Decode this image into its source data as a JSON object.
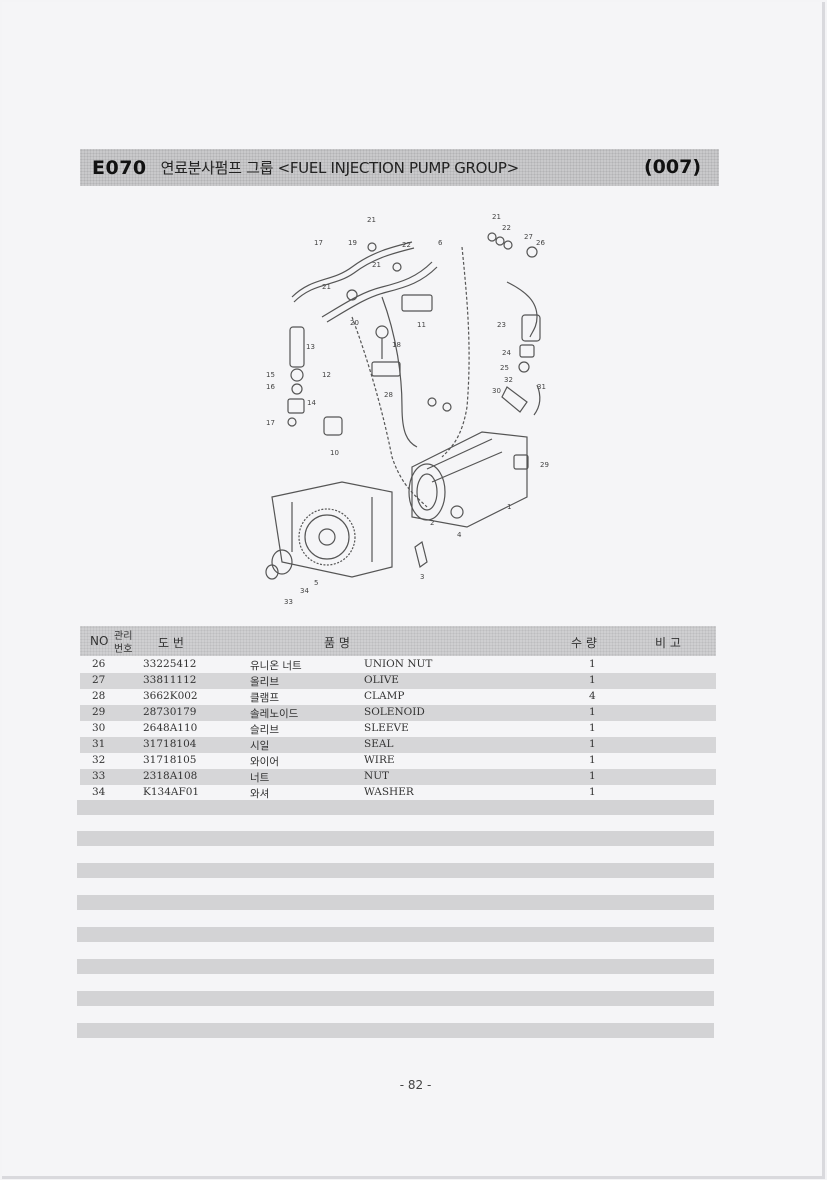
{
  "header": {
    "code": "E070",
    "title": "연료분사펌프 그룹 <FUEL INJECTION PUMP GROUP>",
    "number": "(007)"
  },
  "table": {
    "headers": {
      "no": "NO",
      "mgmt_line1": "관리",
      "mgmt_line2": "번호",
      "drawing_no": "도    번",
      "item_name": "품                    명",
      "qty": "수   량",
      "remarks": "비   고"
    },
    "rows": [
      {
        "no": "26",
        "part": "33225412",
        "korean": "유니온 너트",
        "name": "UNION NUT",
        "qty": "1"
      },
      {
        "no": "27",
        "part": "33811112",
        "korean": "올리브",
        "name": "OLIVE",
        "qty": "1"
      },
      {
        "no": "28",
        "part": "3662K002",
        "korean": "클램프",
        "name": "CLAMP",
        "qty": "4"
      },
      {
        "no": "29",
        "part": "28730179",
        "korean": "솔레노이드",
        "name": "SOLENOID",
        "qty": "1"
      },
      {
        "no": "30",
        "part": "2648A110",
        "korean": "슬리브",
        "name": "SLEEVE",
        "qty": "1"
      },
      {
        "no": "31",
        "part": "31718104",
        "korean": "시일",
        "name": "SEAL",
        "qty": "1"
      },
      {
        "no": "32",
        "part": "31718105",
        "korean": "와이어",
        "name": "WIRE",
        "qty": "1"
      },
      {
        "no": "33",
        "part": "2318A108",
        "korean": "너트",
        "name": "NUT",
        "qty": "1"
      },
      {
        "no": "34",
        "part": "K134AF01",
        "korean": "와셔",
        "name": "WASHER",
        "qty": "1"
      }
    ]
  },
  "diagram": {
    "callouts": [
      "21",
      "21",
      "22",
      "27",
      "26",
      "17",
      "19",
      "21",
      "22",
      "6",
      "21",
      "20",
      "11",
      "23",
      "18",
      "24",
      "25",
      "32",
      "13",
      "12",
      "15",
      "16",
      "14",
      "31",
      "30",
      "28",
      "17",
      "10",
      "29",
      "1",
      "2",
      "4",
      "3",
      "33",
      "34",
      "5"
    ]
  },
  "footer": {
    "page": "- 82 -"
  }
}
